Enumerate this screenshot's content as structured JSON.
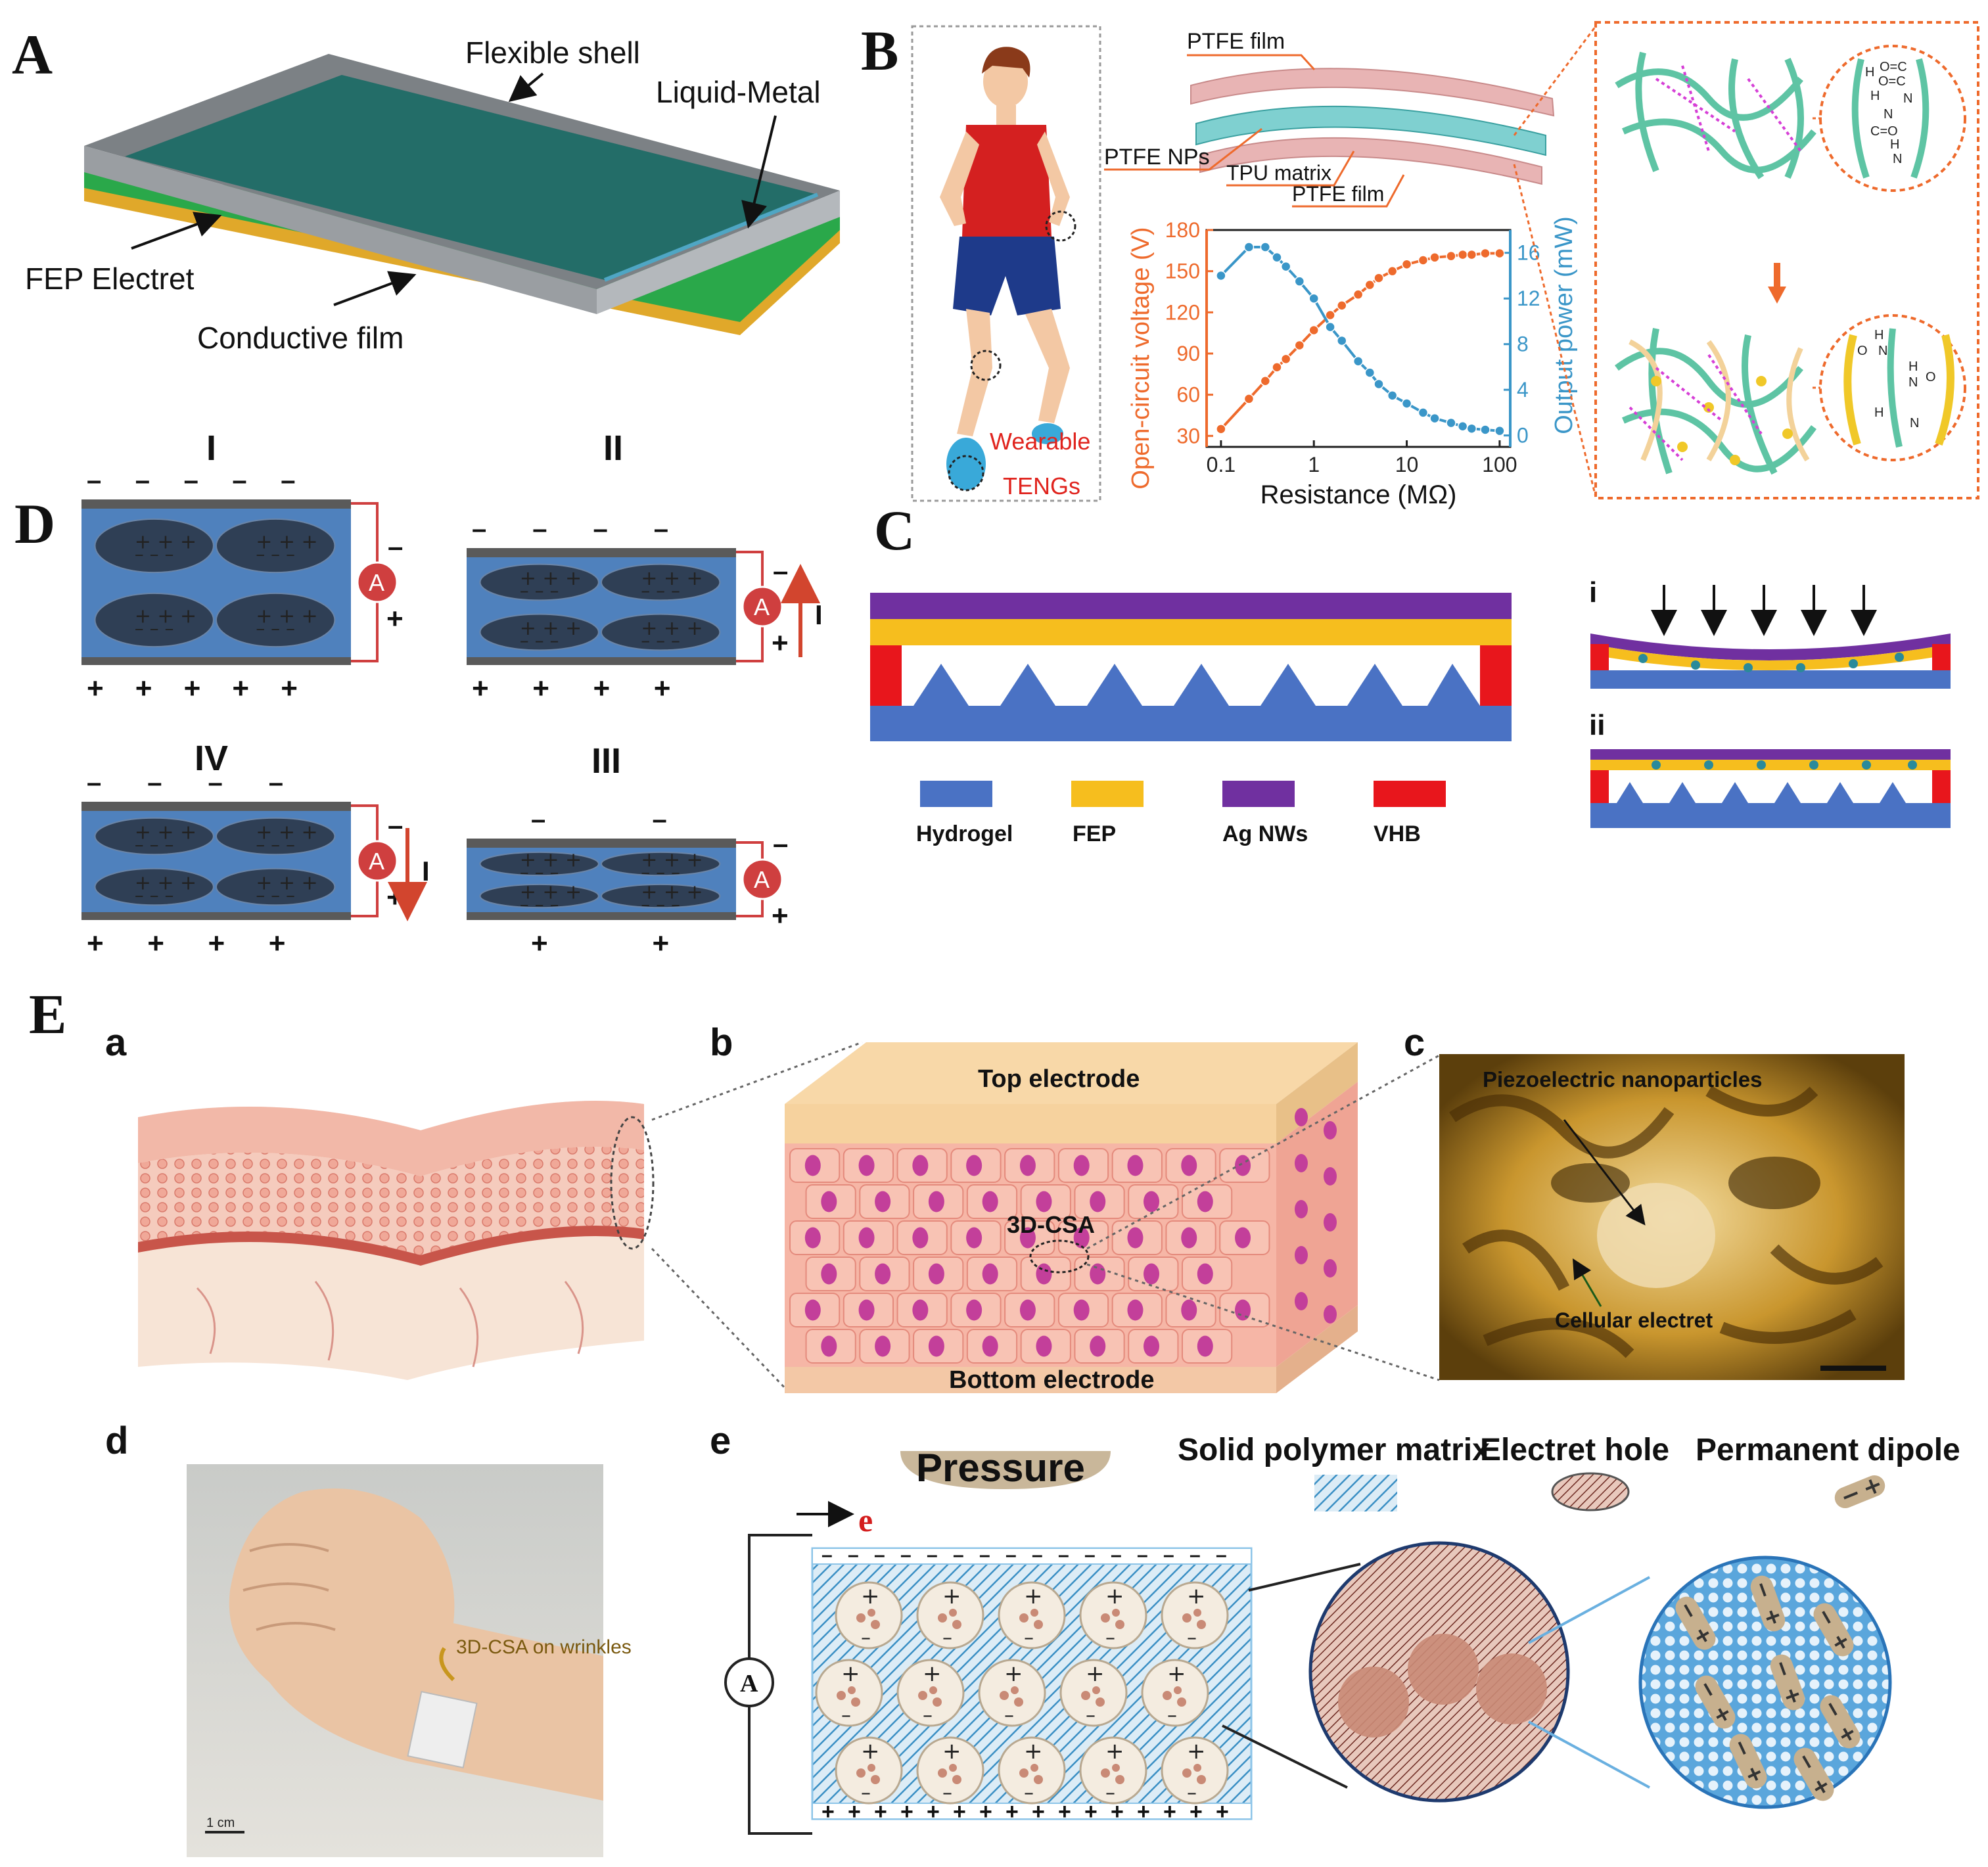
{
  "panels": {
    "A": {
      "letter": "A",
      "labels": {
        "flexible_shell": "Flexible shell",
        "liquid_metal": "Liquid-Metal",
        "fep_electret": "FEP Electret",
        "conductive_film": "Conductive film"
      },
      "colors": {
        "shell": "#8c8f93",
        "metal": "#1f6b66",
        "fep": "#2aa84a",
        "film": "#e0a82a"
      }
    },
    "B": {
      "letter": "B",
      "labels": {
        "ptfe_film_top": "PTFE film",
        "ptfe_nps": "PTFE NPs",
        "tpu_matrix": "TPU matrix",
        "ptfe_film_bottom": "PTFE film",
        "wearable": "Wearable",
        "tengs": "TENGs"
      },
      "bond_labels": [
        "O=C",
        "H",
        "N",
        "C=O",
        "H",
        "N",
        "O=C",
        "H",
        "N",
        "O",
        "H",
        "N",
        "O",
        "H",
        "N",
        "H",
        "N"
      ]
    },
    "C": {
      "letter": "C",
      "legend": [
        {
          "label": "Hydrogel",
          "color": "#4a72c4"
        },
        {
          "label": "FEP",
          "color": "#f6be1e"
        },
        {
          "label": "Ag NWs",
          "color": "#7030a0"
        },
        {
          "label": "VHB",
          "color": "#e8161c"
        }
      ],
      "stages": [
        "i",
        "ii"
      ]
    },
    "D": {
      "letter": "D",
      "stages": [
        "I",
        "II",
        "III",
        "IV"
      ],
      "meter": "A",
      "current_label": "I",
      "colors": {
        "body": "#4f81bd",
        "pore": "#2f3f55",
        "electrode": "#5a5a5a",
        "meter": "#cf3f3f"
      }
    },
    "E": {
      "letter": "E",
      "sub": {
        "a": "a",
        "b": "b",
        "c": "c",
        "d": "d",
        "e": "e"
      },
      "b_labels": {
        "top": "Top electrode",
        "bottom": "Bottom  electrode",
        "csa": "3D-CSA"
      },
      "c_labels": {
        "piezo": "Piezoelectric nanoparticles",
        "cellular": "Cellular electret"
      },
      "d_labels": {
        "callout": "3D-CSA on wrinkles",
        "scale": "1 cm"
      },
      "e_legend": {
        "pressure": "Pressure",
        "solid_polymer": "Solid polymer matrix",
        "electret_hole": "Electret hole",
        "permanent_dipole": "Permanent dipole",
        "meter": "A",
        "electron": "e"
      }
    }
  },
  "chart_data": {
    "type": "line",
    "xlabel": "Resistance  (MΩ)",
    "ylabel": "Open-circuit voltage (V)",
    "y2label": "Output power (mW)",
    "xscale": "log",
    "xlim": [
      0.07,
      130
    ],
    "ylim": [
      22,
      180
    ],
    "y2lim": [
      -1,
      18
    ],
    "xticks": [
      0.1,
      1,
      10,
      100
    ],
    "xtick_labels": [
      "0.1",
      "1",
      "10",
      "100"
    ],
    "yticks": [
      30,
      60,
      90,
      120,
      150,
      180
    ],
    "y2ticks": [
      0,
      4,
      8,
      12,
      16
    ],
    "series": [
      {
        "name": "Open-circuit voltage",
        "axis": "left",
        "color": "#ee6a2c",
        "x": [
          0.1,
          0.2,
          0.3,
          0.4,
          0.5,
          0.7,
          1,
          1.5,
          2,
          3,
          4,
          5,
          7,
          10,
          15,
          20,
          30,
          40,
          50,
          70,
          100
        ],
        "y": [
          35,
          57,
          70,
          80,
          86,
          96,
          107,
          118,
          125,
          133,
          140,
          145,
          150,
          155,
          158,
          160,
          161,
          162,
          162,
          163,
          163
        ]
      },
      {
        "name": "Output power",
        "axis": "right",
        "color": "#3a96c8",
        "x": [
          0.1,
          0.2,
          0.3,
          0.4,
          0.5,
          0.7,
          1,
          1.5,
          2,
          3,
          4,
          5,
          7,
          10,
          15,
          20,
          30,
          40,
          50,
          70,
          100
        ],
        "y": [
          14,
          16.5,
          16.5,
          15.6,
          14.8,
          13.5,
          12,
          9.5,
          8.3,
          6.5,
          5.5,
          4.5,
          3.5,
          2.8,
          2.0,
          1.5,
          1.1,
          0.8,
          0.6,
          0.5,
          0.4
        ]
      }
    ]
  }
}
